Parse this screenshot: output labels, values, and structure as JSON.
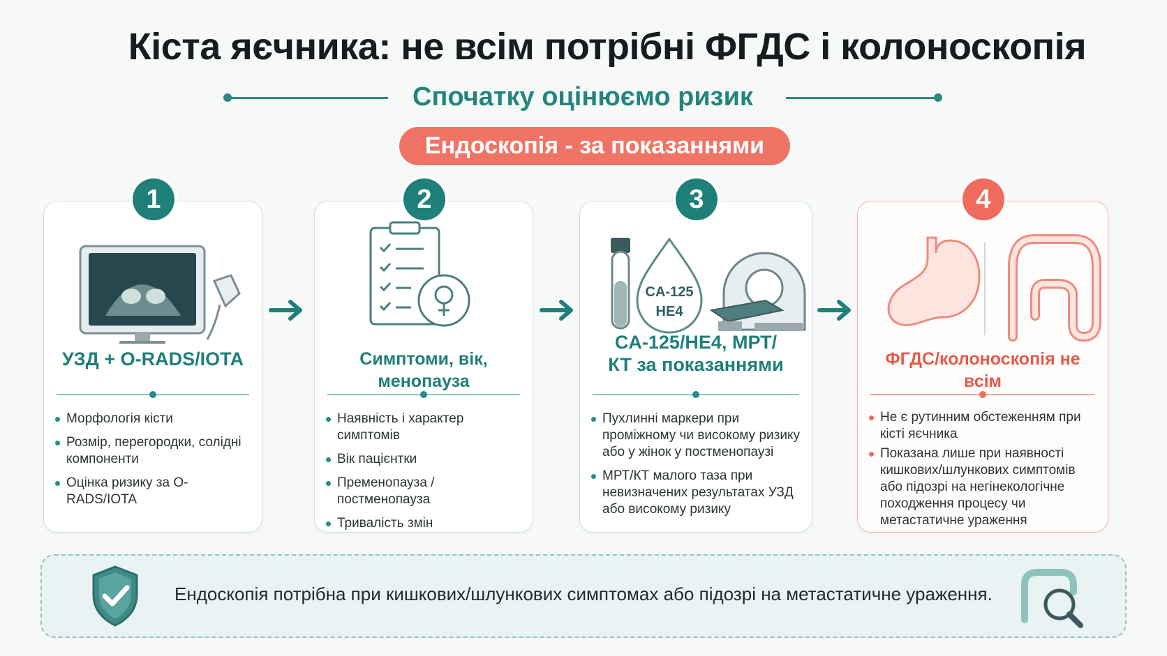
{
  "title": "Кіста яєчника: не всім потрібні ФГДС і колоноскопія",
  "subtitle": "Спочатку оцінюємо ризик",
  "pill": "Ендоскопія - за показаннями",
  "colors": {
    "teal": "#1f7f79",
    "coral": "#ef6b5d",
    "background": "#f7f9f9"
  },
  "steps": [
    {
      "number": "1",
      "title": "УЗД + O-RADS/IOTA",
      "icons": [
        "ultrasound-monitor-icon",
        "ultrasound-probe-icon"
      ],
      "bullets": [
        "Морфологія кісти",
        "Розмір, перегородки, солідні компоненти",
        "Оцінка ризику за O-RADS/IOTA"
      ]
    },
    {
      "number": "2",
      "title": "Симптоми, вік, менопауза",
      "icons": [
        "clipboard-checklist-icon",
        "female-symbol-icon"
      ],
      "bullets": [
        "Наявність і характер симптомів",
        "Вік пацієнтки",
        "Пременопауза / постменопауза",
        "Тривалість змін"
      ]
    },
    {
      "number": "3",
      "title": "CA-125/HE4, МРТ/КТ за показаннями",
      "icons": [
        "test-tube-icon",
        "blood-drop-icon",
        "ct-scanner-icon"
      ],
      "drop_label_1": "CA-125",
      "drop_label_2": "HE4",
      "bullets": [
        "Пухлинні маркери при проміжному чи високому ризику або у жінок у постменопаузі",
        "МРТ/КТ малого таза при невизначених результатах УЗД або високому ризику"
      ]
    },
    {
      "number": "4",
      "title": "ФГДС/колоноскопія не всім",
      "icons": [
        "stomach-icon",
        "colon-icon"
      ],
      "bullets": [
        "Не є рутинним обстеженням при кісті яєчника",
        "Показана лише при наявності кишкових/шлункових симптомів або підозрі на негінекологічне походження процесу чи метастатичне ураження"
      ]
    }
  ],
  "footer": {
    "text": "Ендоскопія потрібна при кишкових/шлункових симптомах або підозрі на метастатичне ураження.",
    "icons": [
      "shield-check-icon",
      "colon-magnifier-icon"
    ]
  }
}
